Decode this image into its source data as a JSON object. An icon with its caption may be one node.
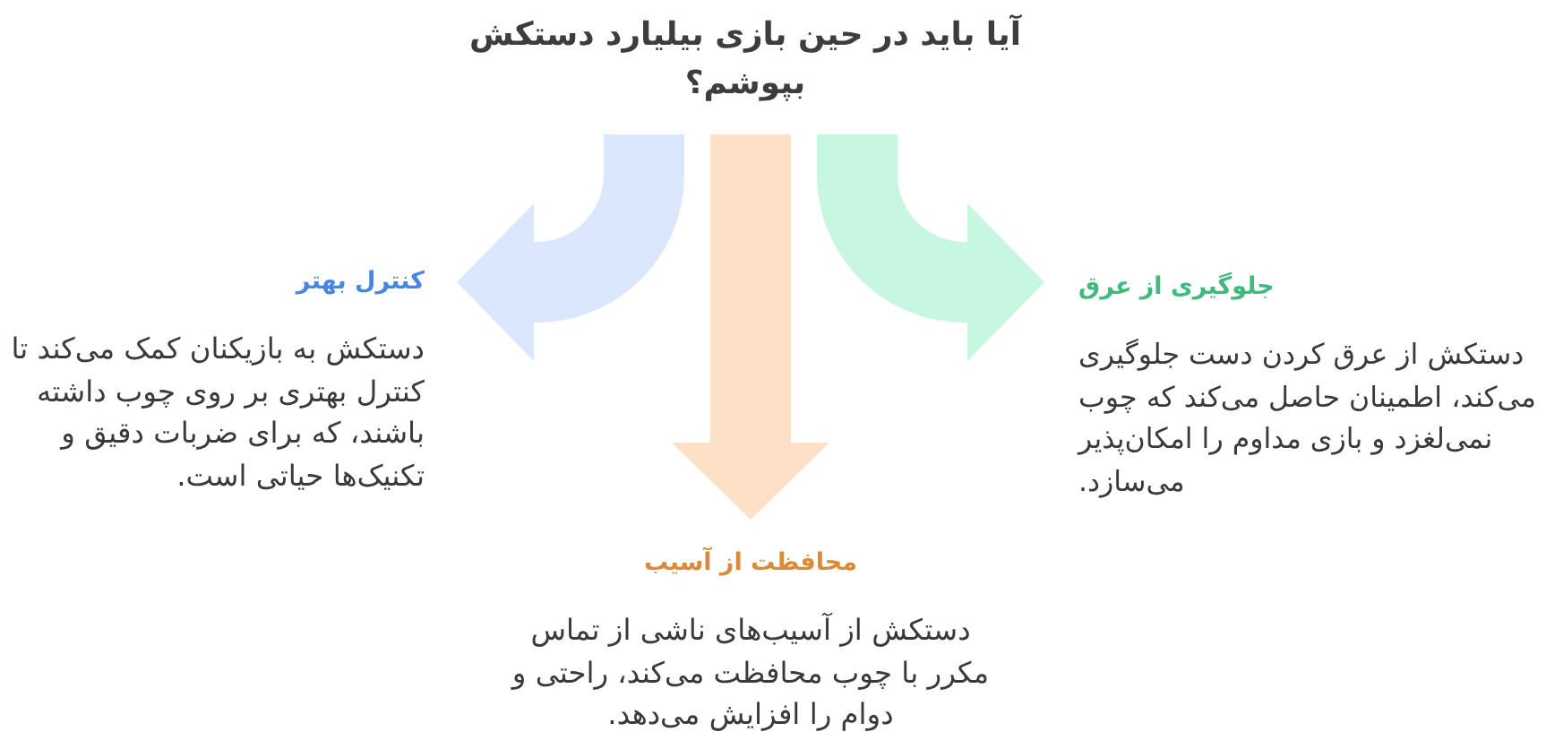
{
  "diagram": {
    "title": "آیا باید در حین بازی بیلیارد دستکش بپوشم؟",
    "nodes": [
      {
        "text": [
          "کنترل بهتر",
          "دستکش به بازیکنان کمک می‌کند تا کنترل بهتری بر روی چوب داشته باشند، که برای ضربات دقیق و تکنیک‌ها حیاتی است."
        ]
      },
      {
        "text": [
          "محافظت از آسیب",
          "دستکش از آسیب‌های ناشی از تماس مکرر با چوب محافظت می‌کند، راحتی و دوام را افزایش می‌دهد."
        ]
      },
      {
        "text": [
          "جلوگیری از عرق",
          "دستکش از عرق کردن دست جلوگیری می‌کند، اطمینان حاصل می‌کند که چوب نمی‌لغزد و بازی مداوم را امکان‌پذیر می‌سازد."
        ]
      }
    ],
    "edges": [
      {
        "from": null,
        "to": 0,
        "arrow": "to",
        "color": "#dbe7fc"
      },
      {
        "from": null,
        "to": 1,
        "arrow": "to",
        "color": "#fde0c6"
      },
      {
        "from": null,
        "to": 2,
        "arrow": "to",
        "color": "#c7f6e1"
      }
    ]
  }
}
